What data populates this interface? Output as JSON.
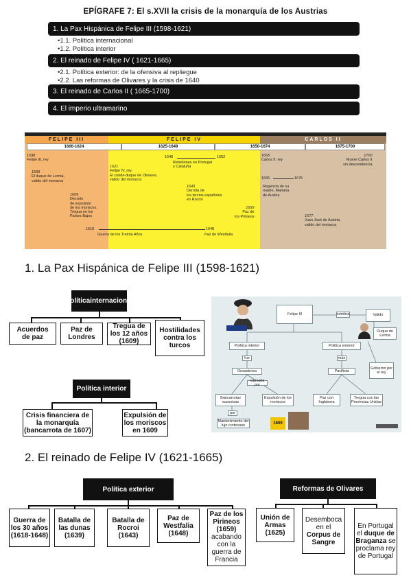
{
  "title": "EPÍGRAFE 7: El s.XVII la crisis de la monarquía de los Austrias",
  "index": [
    {
      "label": "1. La Pax Hispánica de Felipe III (1598-1621)",
      "subs": [
        "•1.1. Política internacional",
        "•1.2. Política interior"
      ]
    },
    {
      "label": "2. El reinado de Felipe IV ( 1621-1665)",
      "subs": [
        "•2.1. Política exterior: de la ofensiva al repliegue",
        "•2.2. Las reformas de Olivares y la crisis de 1640"
      ]
    },
    {
      "label": "3. El reinado de Carlos II ( 1665-1700)",
      "subs": []
    },
    {
      "label": "4. El imperio ultramarino",
      "subs": []
    }
  ],
  "timeline": {
    "periods": [
      {
        "name": "FELIPE III",
        "years": "1600-1624"
      },
      {
        "name": "FELIPE IV",
        "years": "1625-1649"
      },
      {
        "name": "FELIPE IV",
        "years": "1650-1674"
      },
      {
        "name": "CARLOS II",
        "years": "1675-1700"
      }
    ],
    "head_names": [
      "FELIPE III",
      "FELIPE IV",
      "CARLOS II"
    ],
    "events": {
      "e1598a": "1598",
      "e1598b": "Felipe III, rey",
      "e1599a": "1599",
      "e1599b": "El duque de Lerma,",
      "e1599c": "valido del monarca",
      "e1609a": "1609",
      "e1609b": "Decreto",
      "e1609c": "de expulsión",
      "e1609d": "de los moriscos.",
      "e1609e": "Tregua en los",
      "e1609f": "Países Bajos",
      "e1618a": "1618",
      "e1618b": "Guerra de los Treinta Años",
      "e1648a": "1648",
      "e1648b": "Paz de Westfalia",
      "e1621a": "1621",
      "e1621b": "Felipe IV, rey.",
      "e1621c": "El conde-duque de Olivares,",
      "e1621d": "valido del monarca",
      "e1640a": "1640",
      "e1652a": "1652",
      "e1640b": "Rebeliones en Portugal",
      "e1640c": "y Cataluña",
      "e1643a": "1643",
      "e1643b": "Derrota de",
      "e1643c": "los tercios españoles",
      "e1643d": "en Rocroi",
      "e1659a": "1659",
      "e1659b": "Paz de",
      "e1659c": "los Pirineos",
      "e1665a": "1665",
      "e1665b": "Carlos II, rey",
      "e1665c": "1665",
      "e1675a": "1675",
      "e1665d": "Regencia de su",
      "e1665e": "madre, Mariana",
      "e1665f": "de Austria",
      "e1677a": "1677",
      "e1677b": "Juan José de Austria,",
      "e1677c": "valido del monarca",
      "e1700a": "1700",
      "e1700b": "Muere Carlos II",
      "e1700c": "sin descendencia"
    }
  },
  "section1": {
    "heading": "1. La Pax Hispánica de Felipe III (1598-1621)",
    "internacional": {
      "root": [
        "Política",
        "internacional"
      ],
      "children": [
        [
          "Acuerdos",
          "de paz"
        ],
        [
          "Paz de",
          "Londres"
        ],
        [
          "Tregua de",
          "los 12 años",
          "(1609)"
        ],
        [
          "Hostilidades",
          "contra los",
          "turcos"
        ]
      ]
    },
    "interior": {
      "root": "Política interior",
      "children": [
        [
          "Crisis financiera de",
          "la monarquía",
          "(bancarrota de 1607)"
        ],
        [
          "Expulsión de",
          "los moriscos",
          "en 1609"
        ]
      ]
    },
    "diagram": {
      "felipe": "Felipe III",
      "nombra": "nombra",
      "valido": "Valido",
      "duque": "Duque de Lerma",
      "pi1": "Política interior",
      "pi2": "Política exterior",
      "fue": "fue",
      "mas": "más",
      "desastrosa": "Desastrosa",
      "pacifista": "Pacifista",
      "causada": "causada por",
      "gobierno": "Gobierno por el rey",
      "banc": "Bancarrotas sucesivas",
      "expul": "Expulsión de los moriscos",
      "paz": "Paz con Inglaterra",
      "tregua": "Tregua con las Provincias Unidas",
      "por": "por",
      "mant": "Mantenimiento del lujo cortesano",
      "year": "1609"
    }
  },
  "section2": {
    "heading": "2. El reinado de Felipe IV (1621-1665)",
    "exterior": {
      "root": "Política exterior",
      "children": [
        [
          "Guerra de",
          "los 30 años",
          "(1618-1648)"
        ],
        [
          "Batalla de",
          "las dunas",
          "(1639)"
        ],
        [
          "Batalla de",
          "Rocroi",
          "(1643)"
        ],
        [
          "Paz de",
          "Westfalia",
          "(1648)"
        ],
        [
          "Paz de los",
          "Pirineos",
          "(1659)",
          "acabando",
          "con la",
          "guerra de",
          "Francia"
        ]
      ]
    },
    "olivares": {
      "root": "Reformas de Olivares",
      "children": [
        [
          "Unión de",
          "Armas",
          "(1625)"
        ],
        [
          "Desemboca",
          "en el",
          "Corpus de",
          "Sangre"
        ],
        [
          "En Portugal",
          "el",
          "duque de",
          "Braganza",
          "se",
          "proclama rey",
          "de Portugal"
        ]
      ]
    }
  }
}
